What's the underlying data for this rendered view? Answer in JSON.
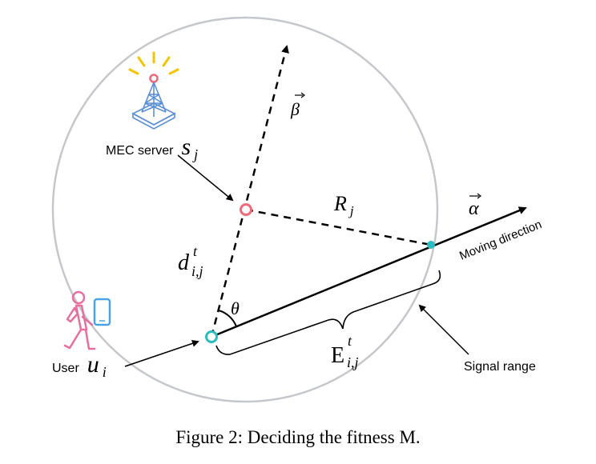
{
  "labels": {
    "mec_server_prefix": "MEC server",
    "mec_server_var": "s",
    "mec_server_sub": "j",
    "user_prefix": "User",
    "user_var": "u",
    "user_sub": "i",
    "beta": "β",
    "alpha": "α",
    "radius_var": "R",
    "radius_sub": "j",
    "distance_var": "d",
    "distance_sup": "t",
    "distance_sub": "i,j",
    "theta": "θ",
    "exit_var": "E",
    "exit_sup": "t",
    "exit_sub": "i,j",
    "moving_direction": "Moving direction",
    "signal_range": "Signal range"
  },
  "caption": "Figure 2: Deciding the fitness M.",
  "colors": {
    "circle": "#c4c8cc",
    "server_point": "#f06a7a",
    "user_point": "#2bbcc0",
    "edge_point": "#2bbcc0",
    "tower": "#5b8fd6",
    "signal": "#f5c400",
    "user_icon": "#e76fa0",
    "phone": "#4aa3e6"
  },
  "icons": {
    "tower": "cell-tower-icon",
    "user": "walking-person-icon",
    "phone": "smartphone-icon"
  }
}
